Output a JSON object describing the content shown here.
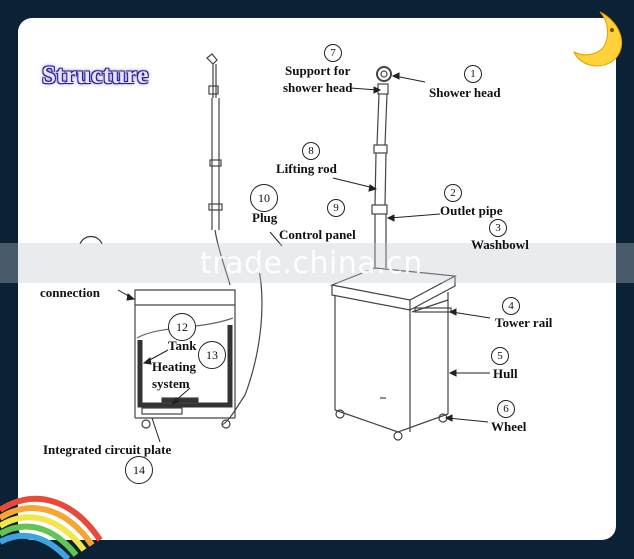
{
  "title": "Structure",
  "watermark": "trade.china.cn",
  "parts": [
    {
      "num": "1",
      "label": "Shower head"
    },
    {
      "num": "2",
      "label": "Outlet pipe"
    },
    {
      "num": "3",
      "label": "Washbowl"
    },
    {
      "num": "4",
      "label": "Tower rail"
    },
    {
      "num": "5",
      "label": "Hull"
    },
    {
      "num": "6",
      "label": "Wheel"
    },
    {
      "num": "7",
      "label": "Support for shower head"
    },
    {
      "num": "8",
      "label": "Lifting rod"
    },
    {
      "num": "9",
      "label": "Control panel"
    },
    {
      "num": "10",
      "label": "Plug"
    },
    {
      "num": "12",
      "label": "Tank"
    },
    {
      "num": "13",
      "label": "Heating system"
    },
    {
      "num": "14",
      "label": "Integrated circuit plate"
    }
  ],
  "extra_label": "connection",
  "support_line1": "Support for",
  "support_line2": "shower head",
  "heating_line1": "Heating",
  "heating_line2": "system"
}
